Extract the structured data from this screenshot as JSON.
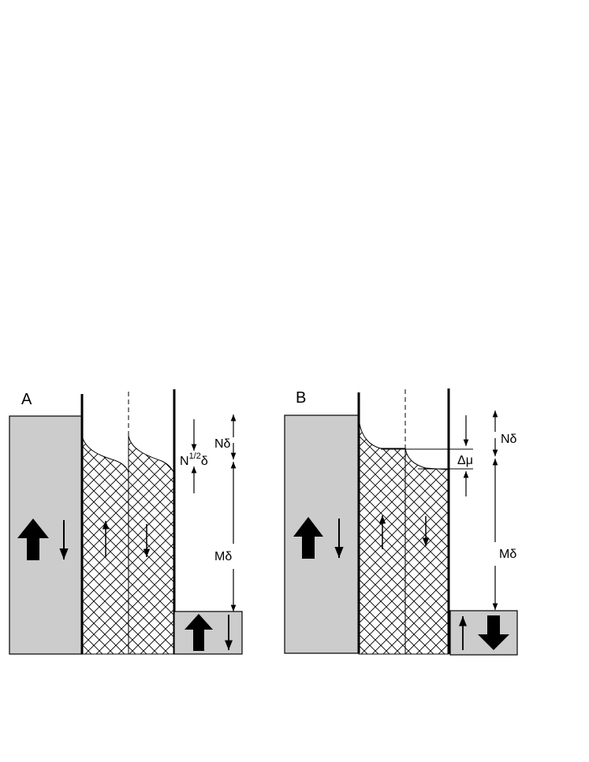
{
  "panels": [
    {
      "letter": "A",
      "labels": {
        "top_gap": "Nδ",
        "lower_gap": "Mδ",
        "side_gap_main": "N",
        "side_gap_sup": "1/2",
        "side_gap_tail": "δ"
      }
    },
    {
      "letter": "B",
      "labels": {
        "top_gap": "Nδ",
        "lower_gap": "Mδ",
        "delta_mu": "Δμ"
      }
    }
  ],
  "colors": {
    "block_fill": "#cccccc",
    "line": "#000000",
    "background": "#ffffff"
  },
  "pattern": "crosshatch"
}
